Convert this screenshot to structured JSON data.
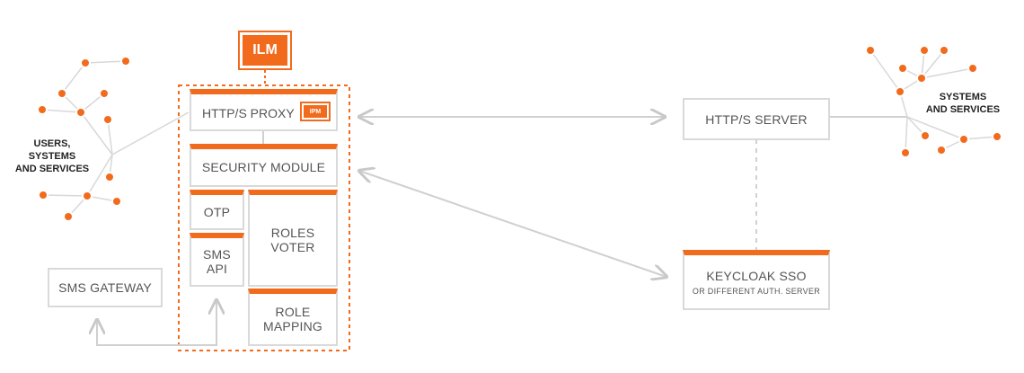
{
  "left_group": {
    "label_lines": [
      "USERS,",
      "SYSTEMS",
      "AND SERVICES"
    ]
  },
  "right_group": {
    "label_lines": [
      "SYSTEMS",
      "AND SERVICES"
    ]
  },
  "ilm": {
    "label": "ILM"
  },
  "proxy": {
    "label": "HTTP/S PROXY",
    "badge": "IPM"
  },
  "security_module": {
    "label": "SECURITY MODULE"
  },
  "otp": {
    "label": "OTP"
  },
  "sms_api": {
    "label_lines": [
      "SMS",
      "API"
    ]
  },
  "roles_voter": {
    "label_lines": [
      "ROLES",
      "VOTER"
    ]
  },
  "role_mapping": {
    "label_lines": [
      "ROLE",
      "MAPPING"
    ]
  },
  "sms_gateway": {
    "label": "SMS GATEWAY"
  },
  "server": {
    "label": "HTTP/S SERVER"
  },
  "keycloak": {
    "label": "KEYCLOAK SSO",
    "sublabel": "OR DIFFERENT AUTH. SERVER"
  },
  "colors": {
    "accent": "#f26b1d",
    "border": "#d9d9d9",
    "line": "#d0d0d0",
    "text": "#555555"
  }
}
